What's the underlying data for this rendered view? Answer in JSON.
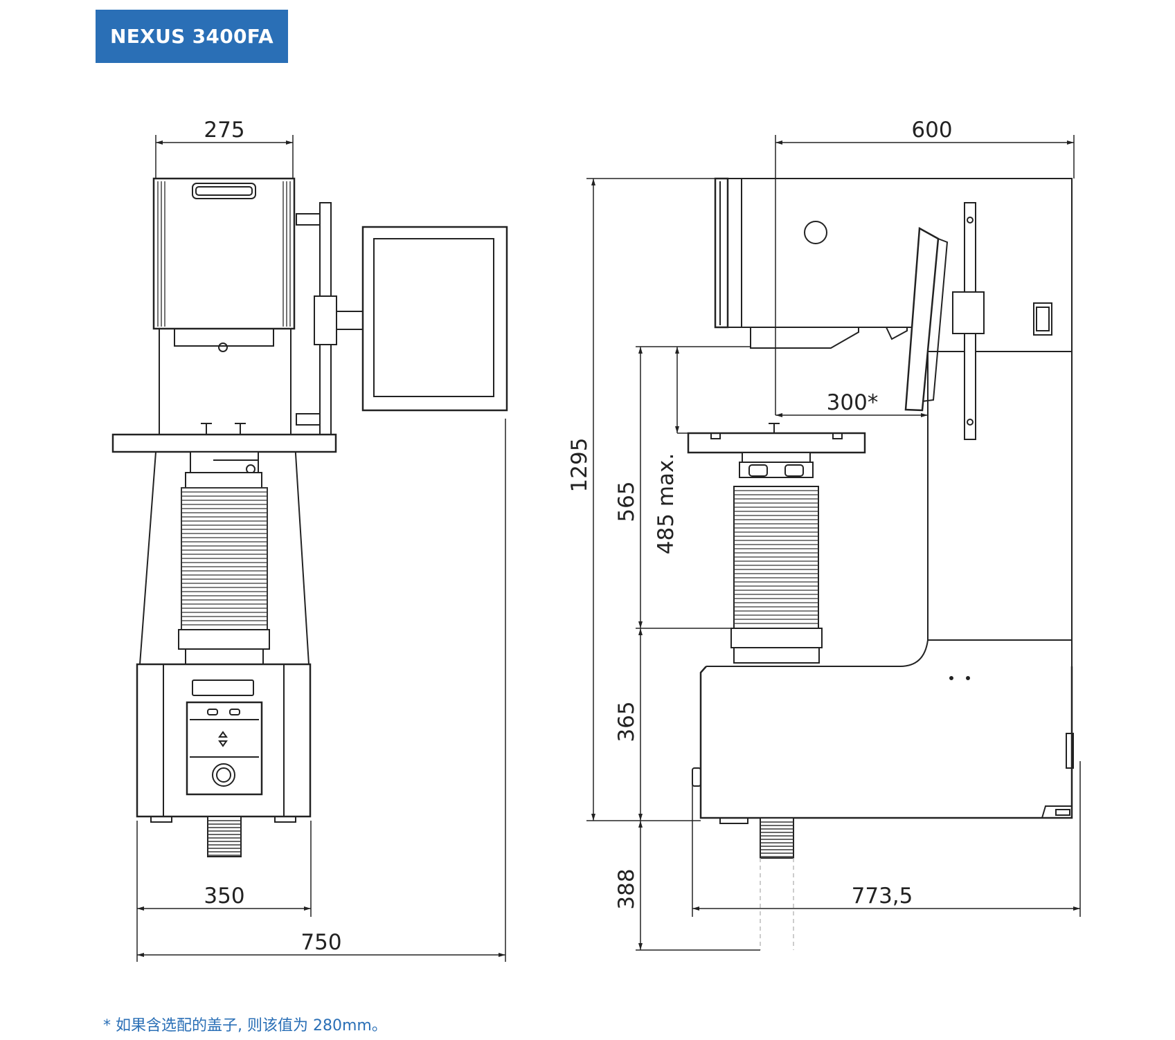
{
  "title": "NEXUS 3400FA",
  "dimensions": {
    "front_top_width": "275",
    "front_base_width": "350",
    "front_total_width": "750",
    "side_depth": "600",
    "side_total_height": "1295",
    "side_throat": "300*",
    "side_clearance_max": "485 max.",
    "side_upper_height": "565",
    "side_lower_height": "365",
    "side_spindle_height": "388",
    "side_base_depth": "773,5"
  },
  "footnote": "* 如果含选配的盖子, 则该值为 280mm。",
  "colors": {
    "accent": "#2a6fb6",
    "line": "#222222"
  }
}
